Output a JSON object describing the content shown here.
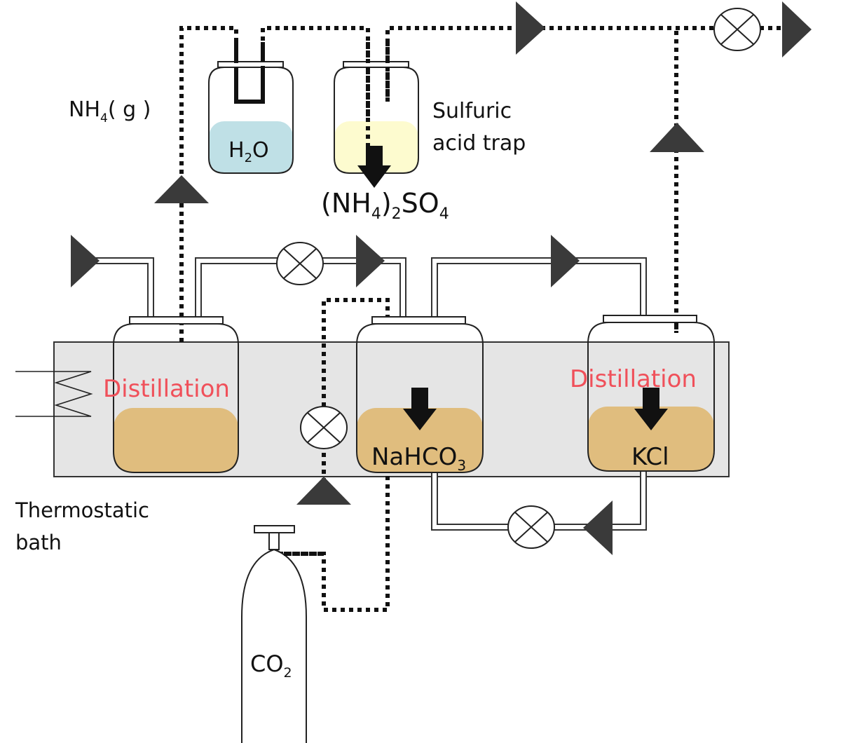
{
  "labels": {
    "nh4_gas": {
      "main": "NH",
      "sub": "4",
      "rest": "( g )"
    },
    "h2o": {
      "main": "H",
      "sub": "2",
      "rest": "O"
    },
    "sulfuric_line1": "Sulfuric",
    "sulfuric_line2": "acid trap",
    "ammonium_sulfate": {
      "p1": "(NH",
      "s1": "4",
      "p2": ")",
      "s2": "2",
      "p3": "SO",
      "s3": "4"
    },
    "distillation_left": "Distillation",
    "distillation_right": "Distillation",
    "nahco3": {
      "main": "NaHCO",
      "sub": "3"
    },
    "kcl": "KCl",
    "thermostatic_line1": "Thermostatic",
    "thermostatic_line2": "bath",
    "co2": {
      "main": "CO",
      "sub": "2"
    }
  },
  "colors": {
    "bath": "#e5e5e5",
    "slurry": "#e0bd7e",
    "water": "#bfe0e6",
    "acid": "#fdfbcf",
    "distillation_text": "#f0505a",
    "arrow": "#3a3a3a"
  },
  "icons": [
    "heater-icon",
    "valve-icon",
    "flow-arrow-icon",
    "gas-cylinder-icon"
  ]
}
